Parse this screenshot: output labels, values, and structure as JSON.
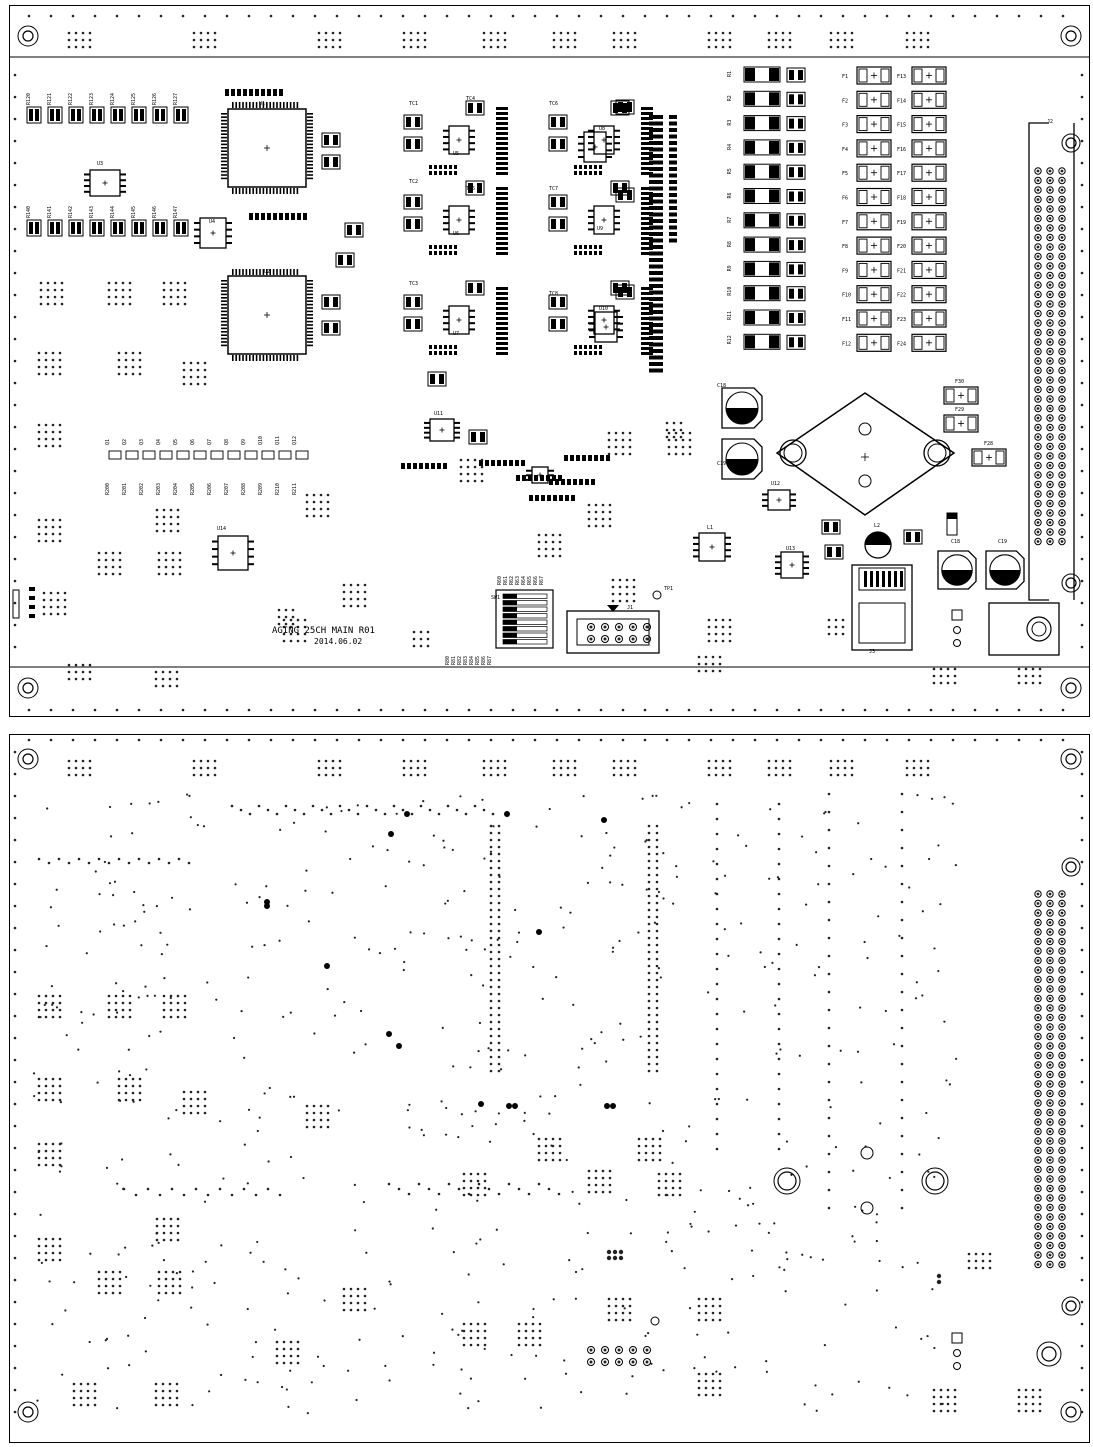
{
  "top_view": {
    "board_title": "AGING 25CH MAIN R01",
    "board_date": "2014.06.02",
    "regulator_labels": [
      "C18",
      "C19"
    ],
    "ic_labels": [
      "U1",
      "U2",
      "U3",
      "U4",
      "U5",
      "U6",
      "U7",
      "U8",
      "U9",
      "U10",
      "U11",
      "U12",
      "U13"
    ],
    "connector_labels": [
      "J1",
      "J2",
      "J3",
      "SW1",
      "TP1"
    ],
    "inductor_labels": [
      "L1",
      "L2"
    ],
    "fuse_labels": [
      "F30",
      "F29",
      "F28"
    ],
    "test_labels": [
      "TC1",
      "TC2",
      "TC3",
      "TC4",
      "TC5",
      "TC6",
      "TC7",
      "TC8"
    ]
  },
  "bottom_view": {
    "label": ""
  }
}
